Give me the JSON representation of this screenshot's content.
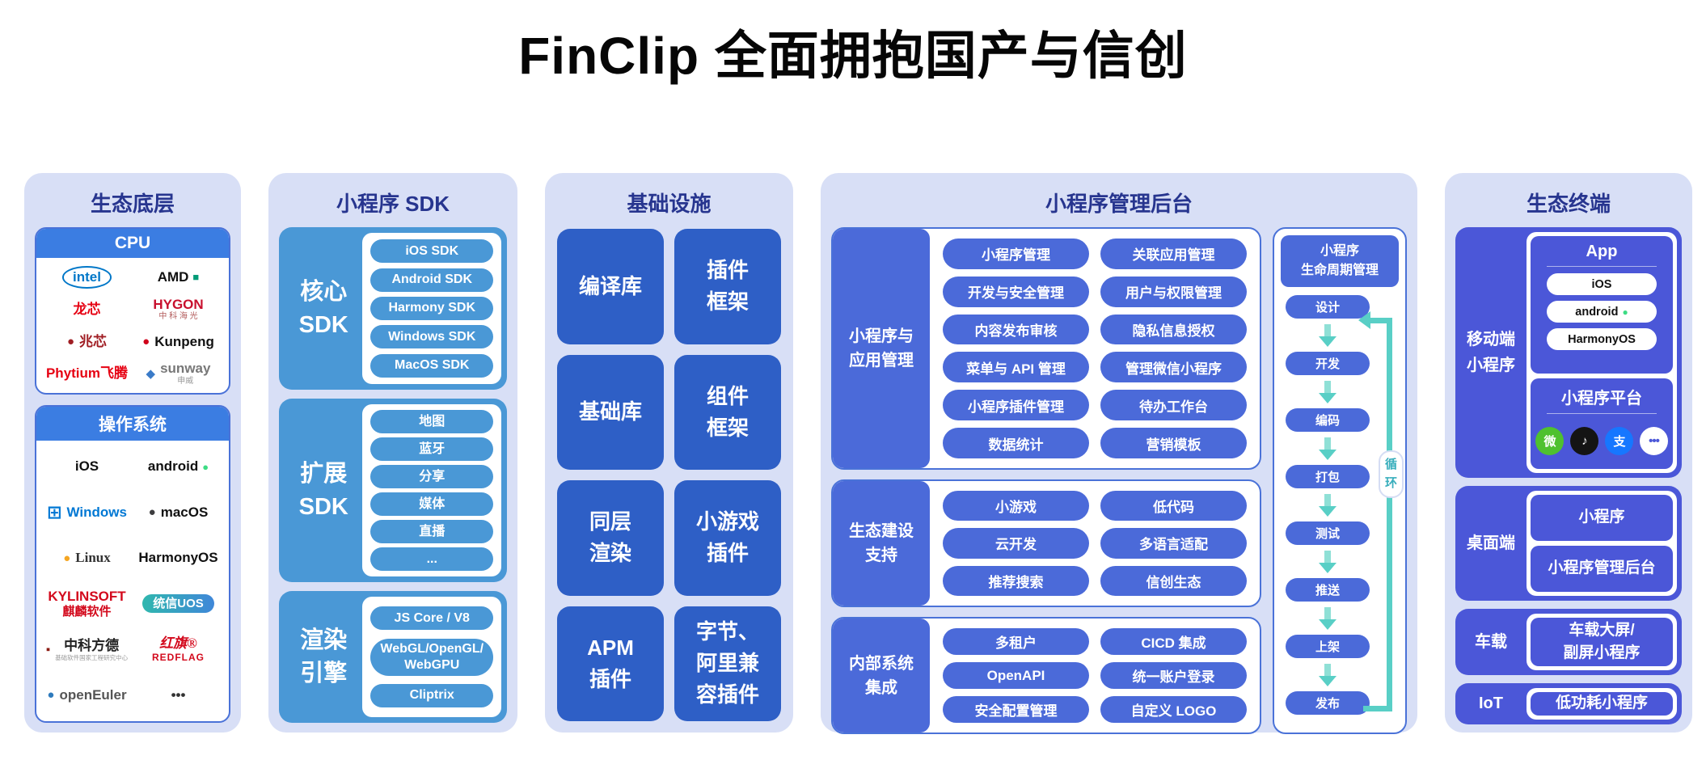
{
  "title": "FinClip 全面拥抱国产与信创",
  "colors": {
    "panel_bg": "#d8dff6",
    "navy_text": "#27358f",
    "sky_blue": "#4a98d6",
    "royal_blue": "#2e5fc6",
    "admin_blue": "#4b6ad9",
    "indigo": "#4b57d8",
    "teal_arrow": "#59cfc6",
    "header_bar_blue": "#3b7de2",
    "border_blue": "#4a72d8"
  },
  "panels": {
    "ecosystem_base": {
      "title": "生态底层",
      "sections": [
        {
          "title": "CPU",
          "logos": [
            {
              "text": "intel",
              "color": "#0077c8",
              "frame": "oval",
              "icon": "intel-logo"
            },
            {
              "text": "AMD",
              "color": "#111111",
              "trail": "■",
              "trail_color": "#009b77",
              "icon": "amd-logo"
            },
            {
              "text": "龙芯",
              "color": "#e60012",
              "icon": "loongson-logo"
            },
            {
              "text": "HYGON",
              "color": "#c8102e",
              "sub": "中 科 海 光",
              "sub_color": "#b25a5a",
              "icon": "hygon-logo"
            },
            {
              "lead": "●",
              "lead_color": "#a01e24",
              "text": "兆芯",
              "color": "#a01e24",
              "icon": "zhaoxin-logo"
            },
            {
              "lead": "●",
              "lead_color": "#d0021b",
              "text": "Kunpeng",
              "color": "#111111",
              "icon": "kunpeng-logo"
            },
            {
              "text": "Phytium飞腾",
              "color": "#e60012",
              "icon": "phytium-logo"
            },
            {
              "lead": "◆",
              "lead_color": "#3a7bc8",
              "text": "sunway",
              "color": "#777777",
              "sub": "申威",
              "sub_color": "#999999",
              "icon": "sunway-logo"
            }
          ]
        },
        {
          "title": "操作系统",
          "logos": [
            {
              "text": "iOS",
              "color": "#111111",
              "icon": "apple-ios-logo"
            },
            {
              "text": "android",
              "color": "#111111",
              "trail": "●",
              "trail_color": "#3ddc84",
              "icon": "android-logo"
            },
            {
              "lead": "⊞",
              "lead_color": "#0078d4",
              "text": "Windows",
              "color": "#0078d4",
              "icon": "windows-logo"
            },
            {
              "lead": "●",
              "lead_color": "#3d3d3f",
              "text": "macOS",
              "color": "#111111",
              "icon": "macos-logo"
            },
            {
              "lead": "●",
              "lead_color": "#f5a623",
              "text": "Linux",
              "color": "#333333",
              "icon": "linux-logo"
            },
            {
              "text": "HarmonyOS",
              "color": "#111111",
              "icon": "harmonyos-logo"
            },
            {
              "text": "KYLINSOFT",
              "color": "#d3091c",
              "sub": "麒麟软件",
              "sub_color": "#d3091c",
              "sub_size": "lg",
              "icon": "kylinsoft-logo"
            },
            {
              "text": "统信UOS",
              "color": "#ffffff",
              "frame": "pill",
              "icon": "uos-logo"
            },
            {
              "lead": "▪",
              "lead_color": "#8c1c13",
              "text": "中科方德",
              "color": "#222222",
              "sub": "基础软件国家工程研究中心",
              "sub_color": "#999999",
              "sub_size": "xs",
              "icon": "nfschina-logo"
            },
            {
              "text": "红旗®",
              "color": "#d3091c",
              "sub": "REDFLAG",
              "sub_color": "#d3091c",
              "sub_size": "md",
              "icon": "redflag-logo"
            },
            {
              "lead": "●",
              "lead_color": "#2f7bbd",
              "text": "openEuler",
              "color": "#555555",
              "icon": "openeuler-logo"
            },
            {
              "text": "•••",
              "color": "#333333",
              "icon": "more-logo"
            }
          ]
        }
      ]
    },
    "sdk": {
      "title": "小程序 SDK",
      "sections": [
        {
          "label": "核心\nSDK",
          "pills": [
            "iOS SDK",
            "Android SDK",
            "Harmony SDK",
            "Windows SDK",
            "MacOS SDK"
          ]
        },
        {
          "label": "扩展\nSDK",
          "pills": [
            "地图",
            "蓝牙",
            "分享",
            "媒体",
            "直播",
            "..."
          ]
        },
        {
          "label": "渲染\n引擎",
          "pills": [
            "JS Core / V8",
            "WebGL/OpenGL/\nWebGPU",
            "Cliptrix"
          ]
        }
      ]
    },
    "infrastructure": {
      "title": "基础设施",
      "tiles": [
        "编译库",
        "插件\n框架",
        "基础库",
        "组件\n框架",
        "同层\n渲染",
        "小游戏\n插件",
        "APM\n插件",
        "字节、\n阿里兼\n容插件"
      ]
    },
    "admin": {
      "title": "小程序管理后台",
      "sections": [
        {
          "label": "小程序与\n应用管理",
          "pills": [
            "小程序管理",
            "关联应用管理",
            "开发与安全管理",
            "用户与权限管理",
            "内容发布审核",
            "隐私信息授权",
            "菜单与 API 管理",
            "管理微信小程序",
            "小程序插件管理",
            "待办工作台",
            "数据统计",
            "营销模板"
          ]
        },
        {
          "label": "生态建设\n支持",
          "pills": [
            "小游戏",
            "低代码",
            "云开发",
            "多语言适配",
            "推荐搜索",
            "信创生态"
          ]
        },
        {
          "label": "内部系统\n集成",
          "pills": [
            "多租户",
            "CICD 集成",
            "OpenAPI",
            "统一账户登录",
            "安全配置管理",
            "自定义 LOGO"
          ]
        }
      ],
      "lifecycle": {
        "title": "小程序\n生命周期管理",
        "steps": [
          "设计",
          "开发",
          "编码",
          "打包",
          "测试",
          "推送",
          "上架",
          "发布"
        ],
        "loop_label": "循\n环"
      }
    },
    "terminal": {
      "title": "生态终端",
      "mobile": {
        "label": "移动端\n小程序",
        "app_box": {
          "title": "App",
          "pills": [
            {
              "text": "iOS",
              "lead": null,
              "lead_color": null,
              "trail": null,
              "trail_color": null
            },
            {
              "text": "android",
              "trail": "●",
              "trail_color": "#3ddc84"
            },
            {
              "text": "HarmonyOS"
            }
          ]
        },
        "platform_box": {
          "title": "小程序平台",
          "platforms": [
            {
              "name": "wechat-icon",
              "bg": "#4fc12f",
              "fg": "#ffffff",
              "glyph": "微"
            },
            {
              "name": "douyin-icon",
              "bg": "#141414",
              "fg": "#ffffff",
              "glyph": "♪"
            },
            {
              "name": "alipay-icon",
              "bg": "#1677ff",
              "fg": "#ffffff",
              "glyph": "支"
            },
            {
              "name": "more-icon",
              "bg": "#ffffff",
              "fg": "#4b57d8",
              "glyph": "•••"
            }
          ]
        }
      },
      "desktop": {
        "label": "桌面端",
        "boxes": [
          "小程序",
          "小程序管理后台"
        ]
      },
      "vehicle": {
        "label": "车载",
        "boxes": [
          "车载大屏/\n副屏小程序"
        ]
      },
      "iot": {
        "label": "IoT",
        "boxes": [
          "低功耗小程序"
        ]
      }
    }
  }
}
